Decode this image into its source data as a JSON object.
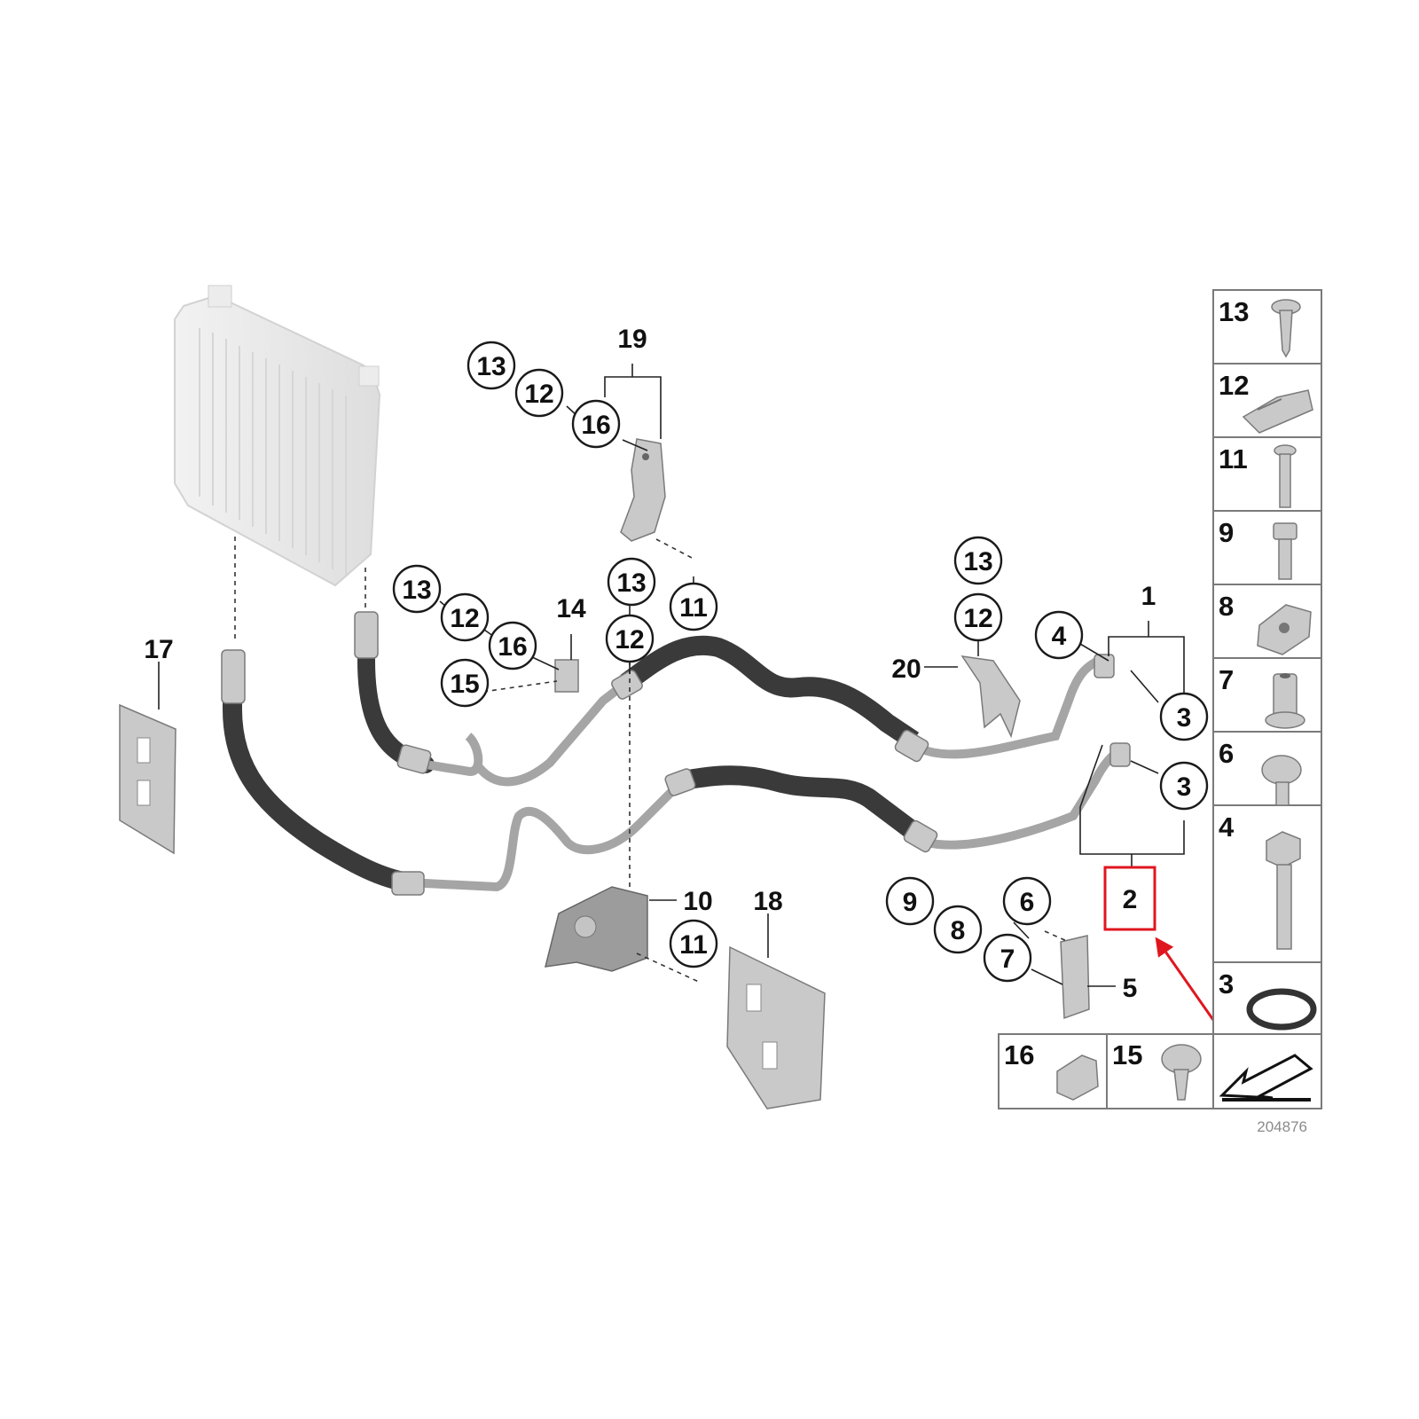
{
  "diagram": {
    "reference_code": "204876",
    "highlight_color": "#e0161f",
    "callouts": [
      {
        "id": "c19-13",
        "label": "13"
      },
      {
        "id": "c19-12",
        "label": "12"
      },
      {
        "id": "c19-16",
        "label": "16"
      },
      {
        "id": "c14-13",
        "label": "13"
      },
      {
        "id": "c14-12",
        "label": "12"
      },
      {
        "id": "c14-16",
        "label": "16"
      },
      {
        "id": "c14-15",
        "label": "15"
      },
      {
        "id": "cmid-13",
        "label": "13"
      },
      {
        "id": "cmid-12",
        "label": "12"
      },
      {
        "id": "cmid-11",
        "label": "11"
      },
      {
        "id": "c20-13",
        "label": "13"
      },
      {
        "id": "c20-12",
        "label": "12"
      },
      {
        "id": "c1-4",
        "label": "4"
      },
      {
        "id": "c1-3a",
        "label": "3"
      },
      {
        "id": "c1-3b",
        "label": "3"
      },
      {
        "id": "c10-11",
        "label": "11"
      },
      {
        "id": "c5-9",
        "label": "9"
      },
      {
        "id": "c5-8",
        "label": "8"
      },
      {
        "id": "c5-6",
        "label": "6"
      },
      {
        "id": "c5-7",
        "label": "7"
      }
    ],
    "plain_labels": [
      {
        "id": "p19",
        "label": "19"
      },
      {
        "id": "p14",
        "label": "14"
      },
      {
        "id": "p17",
        "label": "17"
      },
      {
        "id": "p20",
        "label": "20"
      },
      {
        "id": "p1",
        "label": "1"
      },
      {
        "id": "p10",
        "label": "10"
      },
      {
        "id": "p18",
        "label": "18"
      },
      {
        "id": "p5",
        "label": "5"
      }
    ],
    "highlighted_label": "2",
    "legend": {
      "column": [
        "13",
        "12",
        "11",
        "9",
        "8",
        "7",
        "6",
        "4",
        "3"
      ],
      "bottom_row": [
        "16",
        "15"
      ],
      "arrow_icon": "arrow-left-icon"
    }
  }
}
